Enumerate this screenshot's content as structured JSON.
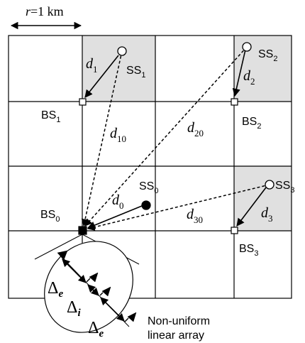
{
  "scale": {
    "r_symbol": "r",
    "r_value": "=1 km"
  },
  "base_stations": [
    {
      "name": "BS",
      "sub": "0"
    },
    {
      "name": "BS",
      "sub": "1"
    },
    {
      "name": "BS",
      "sub": "2"
    },
    {
      "name": "BS",
      "sub": "3"
    }
  ],
  "subscriber_stations": [
    {
      "name": "SS",
      "sub": "0"
    },
    {
      "name": "SS",
      "sub": "1"
    },
    {
      "name": "SS",
      "sub": "2"
    },
    {
      "name": "SS",
      "sub": "3"
    }
  ],
  "distances": [
    {
      "sym": "d",
      "sub": "0"
    },
    {
      "sym": "d",
      "sub": "1"
    },
    {
      "sym": "d",
      "sub": "2"
    },
    {
      "sym": "d",
      "sub": "3"
    },
    {
      "sym": "d",
      "sub": "10"
    },
    {
      "sym": "d",
      "sub": "20"
    },
    {
      "sym": "d",
      "sub": "30"
    }
  ],
  "array": {
    "delta": "Δ",
    "spacing_edge_sub": "e",
    "spacing_inner_sub": "i",
    "caption_line1": "Non-uniform",
    "caption_line2": "linear array"
  },
  "colors": {
    "shaded_cell": "#e0e0e0",
    "line": "#000000",
    "background": "#ffffff"
  }
}
